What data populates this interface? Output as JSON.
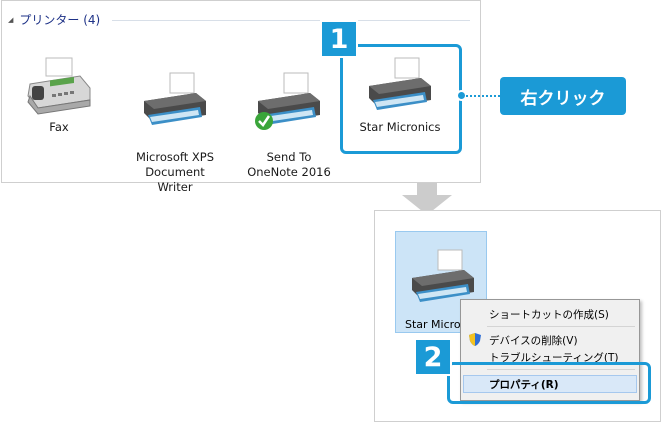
{
  "top_panel": {
    "group_title": "プリンター (4)",
    "devices": [
      {
        "label": "Fax",
        "icon": "fax-icon"
      },
      {
        "label": "Microsoft XPS\nDocument\nWriter",
        "icon": "printer-icon"
      },
      {
        "label": "Send To\nOneNote 2016",
        "icon": "printer-icon"
      },
      {
        "label": "Star Micronics",
        "icon": "printer-icon"
      }
    ]
  },
  "steps": {
    "step1": "1",
    "step2": "2"
  },
  "callout": {
    "text": "右クリック"
  },
  "bottom_panel": {
    "selected_printer_label": "Star Micro",
    "menu_items": [
      {
        "label": "ショートカットの作成(S)"
      },
      {
        "label": "デバイスの削除(V)"
      },
      {
        "label": "トラブルシューティング(T)"
      },
      {
        "label": "プロパティ(R)"
      }
    ]
  },
  "colors": {
    "accent": "#1b9ad6",
    "selection": "#cce4f7"
  }
}
